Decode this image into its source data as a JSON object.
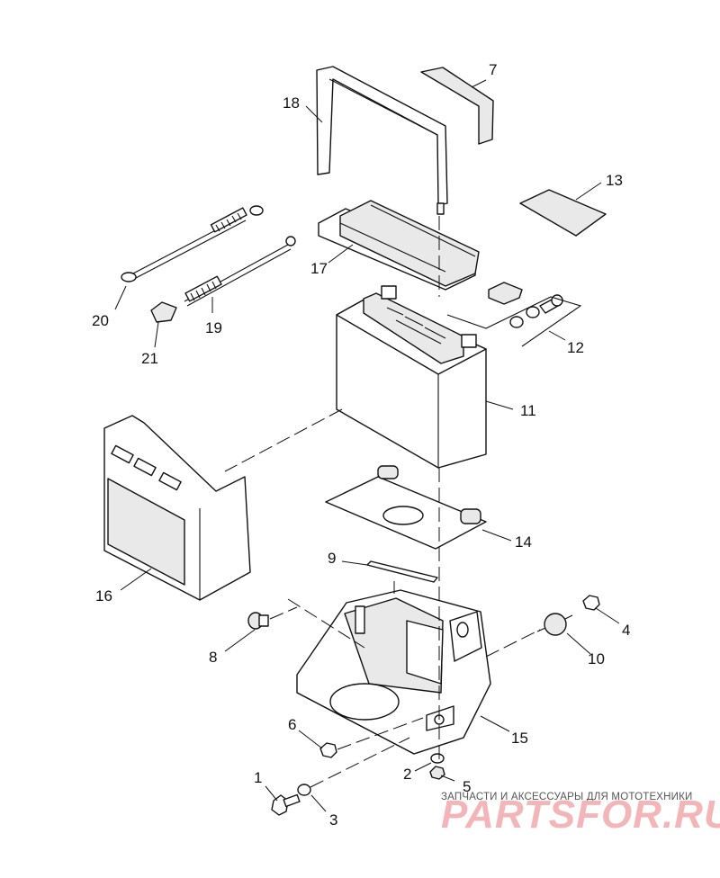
{
  "callouts": {
    "c1": "1",
    "c2": "2",
    "c3": "3",
    "c4": "4",
    "c5": "5",
    "c6": "6",
    "c7": "7",
    "c8": "8",
    "c9": "9",
    "c10": "10",
    "c11": "11",
    "c12": "12",
    "c13": "13",
    "c14": "14",
    "c15": "15",
    "c16": "16",
    "c17": "17",
    "c18": "18",
    "c19": "19",
    "c20": "20",
    "c21": "21"
  },
  "watermark": {
    "tagline": "ЗАПЧАСТИ И АКСЕССУАРЫ ДЛЯ МОТОТЕХНИКИ",
    "brand": "PARTSFOR.RU"
  }
}
